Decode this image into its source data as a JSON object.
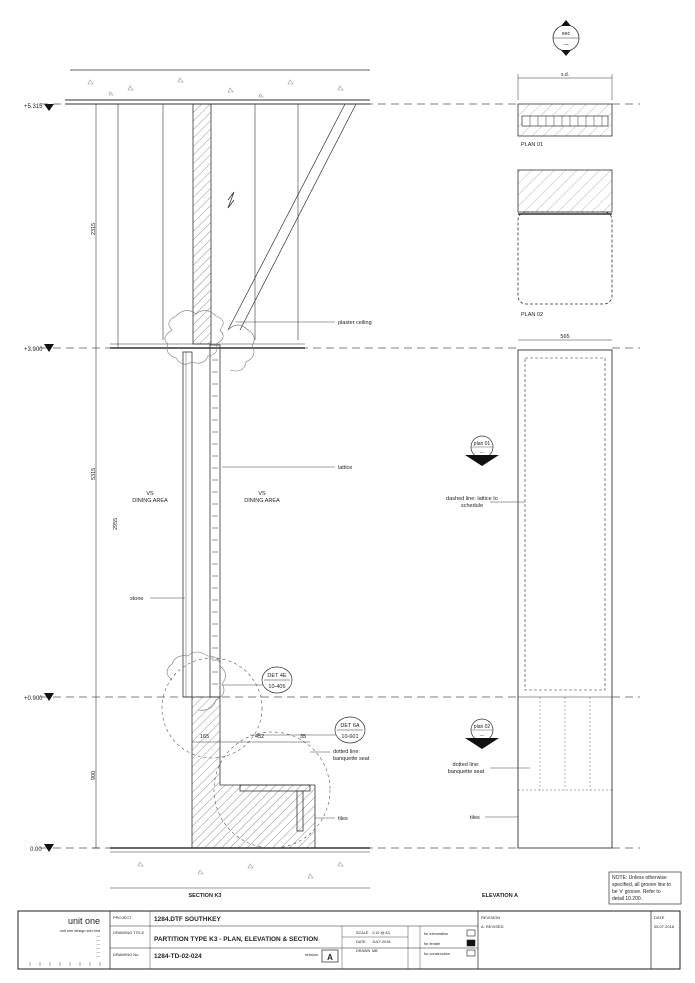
{
  "levels": {
    "l1": "+5.315",
    "l2": "+3.900",
    "l3": "+0.900",
    "l4": "0.00"
  },
  "section": {
    "title": "SECTION K3",
    "room_left": [
      "VS",
      "DINING AREA"
    ],
    "room_right": [
      "VS",
      "DINING AREA"
    ],
    "dims": {
      "d2315": "2315",
      "d5315": "5315",
      "d2955": "2955",
      "d900": "900",
      "d165": "165",
      "d452": "452",
      "d35": "35"
    },
    "notes": {
      "plaster": "plaster ceiling",
      "lattice": "lattice",
      "stone": "stone",
      "dotted": [
        "dotted line:",
        "banquette seat"
      ],
      "tiles": "tiles"
    },
    "callouts": {
      "det4e": {
        "title": "DET 4E",
        "ref": "10-405"
      },
      "det6a": {
        "title": "DET 6A",
        "ref": "10-601"
      }
    }
  },
  "elevation": {
    "title": "ELEVATION A",
    "section_marker": {
      "label": "sec",
      "sub": "—"
    },
    "plan01": "PLAN 01",
    "plan02": "PLAN 02",
    "dim_top": "s.d.",
    "dim_565": "565",
    "tag_plan01": "plan 01",
    "tag_plan02": "plan 02",
    "tag_sub": "—",
    "notes": {
      "dashed": [
        "dashed line: lattice to",
        "schedule"
      ],
      "dotted": [
        "dotted line:",
        "banquette seat"
      ],
      "tiles": "tiles"
    }
  },
  "general_note": [
    "NOTE: Unless otherwise",
    "specified, all groove line to",
    "be 'v' groove. Refer to",
    "detail 10.200."
  ],
  "title_block": {
    "company": "unit one",
    "company_sub": "unit one design sdn bhd",
    "address": [
      "—",
      "—",
      "—",
      "—",
      "—",
      "—"
    ],
    "project_label": "PROJECT",
    "project": "1284.DTF SOUTHKEY",
    "drawing_title_label": "DRAWING TITLE",
    "drawing_title": "PARTITION TYPE K3 - PLAN, ELEVATION & SECTION",
    "drawing_no_label": "DRAWING No.",
    "drawing_no": "1284-TD-02-024",
    "revision_label": "revision",
    "revision_letter": "A",
    "scale_label": "SCALE",
    "scale": "1:10 @ A3",
    "date_label": "DATE",
    "date": "JULY 2018",
    "drawn_label": "DRAWN",
    "drawn": "MB",
    "purpose": [
      "for information",
      "for tender",
      "for construction"
    ],
    "revision_header": "REVISION",
    "revision_entry": "A. REVISED",
    "date_header": "DATE",
    "date_entry": "05.07.2018"
  }
}
